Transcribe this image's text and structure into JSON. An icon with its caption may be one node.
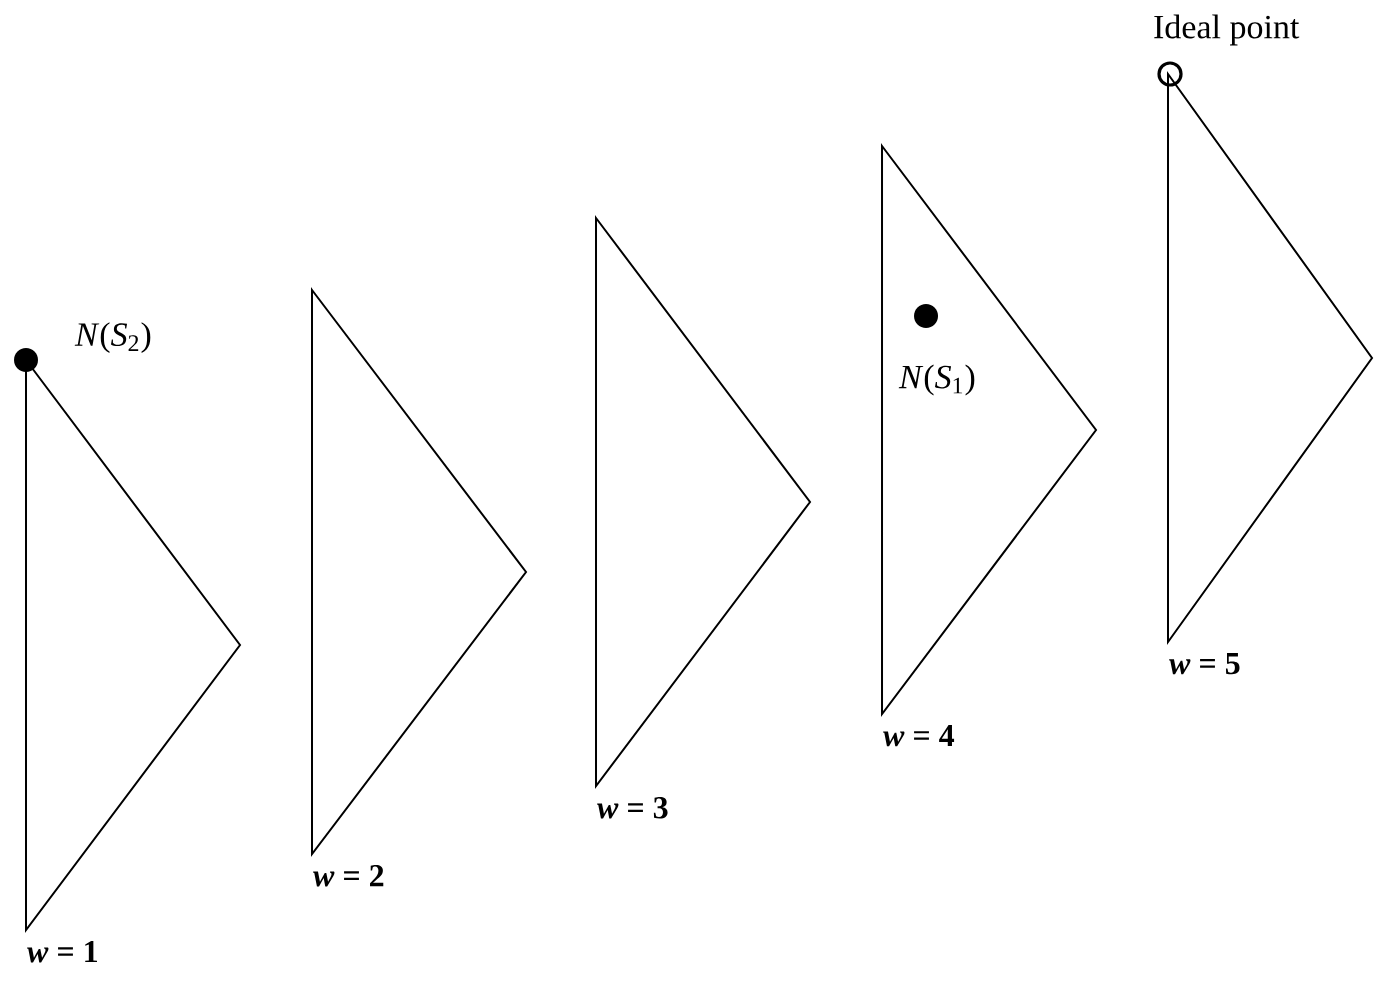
{
  "diagram": {
    "nodes": [
      {
        "text": [],
        "shape": "triangle",
        "beside": [
          "*w* = 1"
        ]
      },
      {
        "text": [],
        "shape": "triangle",
        "beside": [
          "*w* = 2"
        ]
      },
      {
        "text": [],
        "shape": "triangle",
        "beside": [
          "*w* = 3"
        ]
      },
      {
        "text": [],
        "shape": "triangle",
        "beside": [
          "*w* = 4"
        ]
      },
      {
        "text": [],
        "shape": "triangle",
        "beside": [
          "*w* = 5"
        ]
      }
    ],
    "labels": [
      "Ideal point",
      "*N*(*S*$_{2}$)",
      "*N*(*S*$_{1}$)"
    ]
  }
}
